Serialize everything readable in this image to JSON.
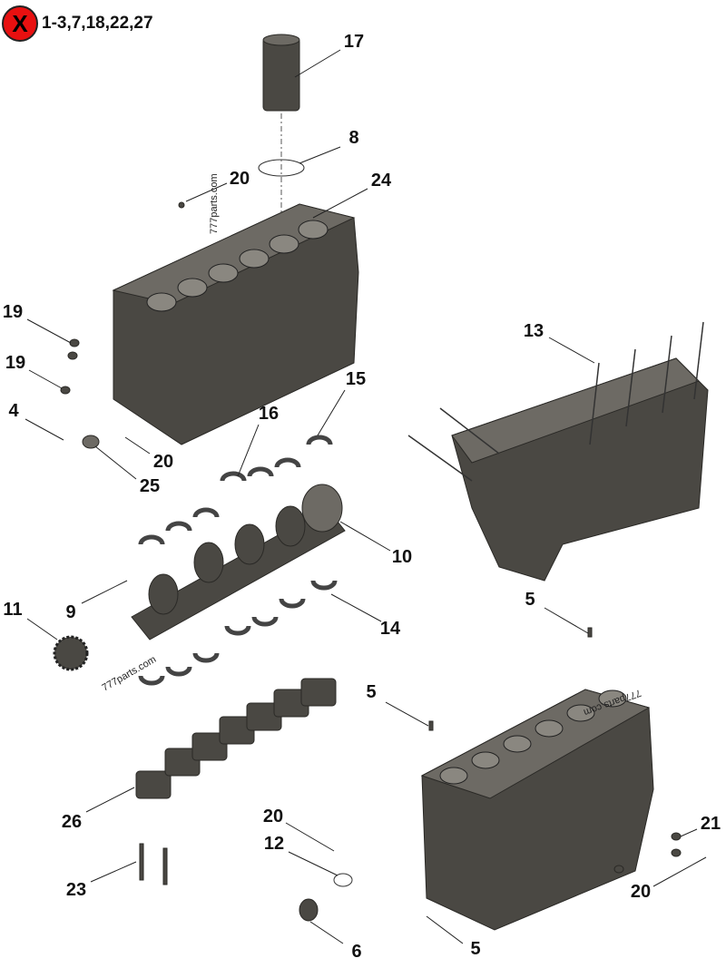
{
  "badge": {
    "icon": "not-included-x-icon",
    "symbol": "X",
    "text": "1-3,7,18,22,27",
    "color": "#e81010"
  },
  "watermark": "777parts.com",
  "callouts": [
    {
      "label": "17"
    },
    {
      "label": "8"
    },
    {
      "label": "20"
    },
    {
      "label": "24"
    },
    {
      "label": "19"
    },
    {
      "label": "19"
    },
    {
      "label": "4"
    },
    {
      "label": "25"
    },
    {
      "label": "20"
    },
    {
      "label": "16"
    },
    {
      "label": "15"
    },
    {
      "label": "10"
    },
    {
      "label": "13"
    },
    {
      "label": "9"
    },
    {
      "label": "11"
    },
    {
      "label": "14"
    },
    {
      "label": "5"
    },
    {
      "label": "5"
    },
    {
      "label": "26"
    },
    {
      "label": "20"
    },
    {
      "label": "12"
    },
    {
      "label": "21"
    },
    {
      "label": "23"
    },
    {
      "label": "20"
    },
    {
      "label": "6"
    },
    {
      "label": "5"
    }
  ]
}
